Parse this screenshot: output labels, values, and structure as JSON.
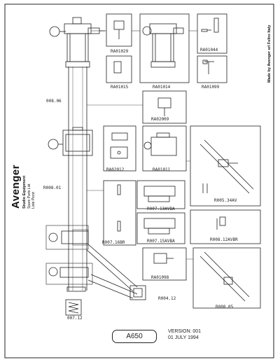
{
  "brand": {
    "name": "Avenger",
    "line1": "Studio Equipment",
    "line2": "Spare Parts List",
    "line3": "Liste Pezzi"
  },
  "made_in": "Made by Avenger srl Feltre Italy",
  "footer": {
    "model": "A650",
    "version": "VERSION: 001",
    "date": "01 JULY 1994"
  },
  "parts": {
    "ra01029": "RA01029",
    "ra01015": "RA01015",
    "ra01014": "RA01014",
    "ra01044": "RA01044",
    "ra01099": "RA01099",
    "r008_06": "008.06",
    "ra02009": "RA02009",
    "ra02012": "RA02012",
    "ra01011": "RA01011",
    "r008_01": "R008.01",
    "r007_13avba": "R007.13AVBA",
    "r005_34av": "R005.34AV",
    "r007_16br": "R007.16BR",
    "r007_15avba": "R007.15AVBA",
    "r008_12avbr": "R008.12AVBR",
    "ra01098": "RA01098",
    "r004_12": "R004.12",
    "r008_05": "R008.05",
    "r007_12": "007.12"
  }
}
